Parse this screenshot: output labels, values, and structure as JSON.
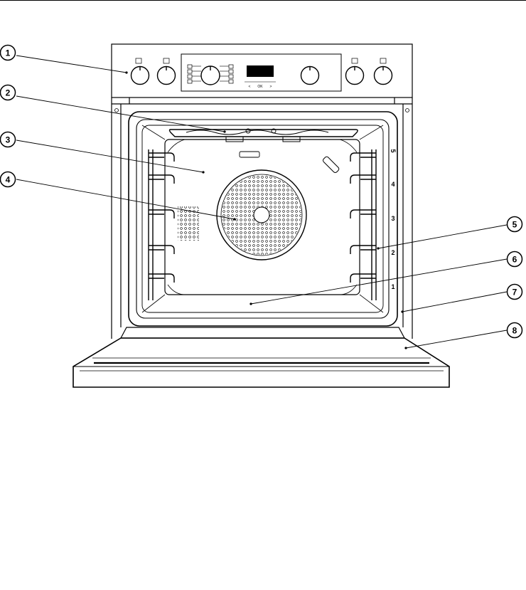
{
  "callouts": [
    "1",
    "2",
    "3",
    "4",
    "5",
    "6",
    "7",
    "8"
  ],
  "shelf_levels": [
    "5",
    "4",
    "3",
    "2",
    "1"
  ],
  "control_panel": {
    "display_nav": [
      "<",
      "OK",
      ">"
    ]
  }
}
